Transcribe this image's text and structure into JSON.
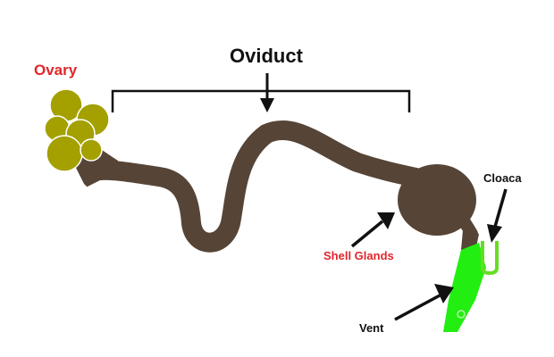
{
  "labels": {
    "ovary": "Ovary",
    "oviduct": "Oviduct",
    "shell_glands": "Shell Glands",
    "cloaca": "Cloaca",
    "vent": "Vent"
  },
  "colors": {
    "ovary_label": "#e0262c",
    "shell_glands_label": "#e0262c",
    "dark_label": "#111111",
    "oviduct_tissue": "#564537",
    "ovary_follicle": "#a3a000",
    "vent": "#22ee11",
    "cloaca": "#66dd22"
  }
}
